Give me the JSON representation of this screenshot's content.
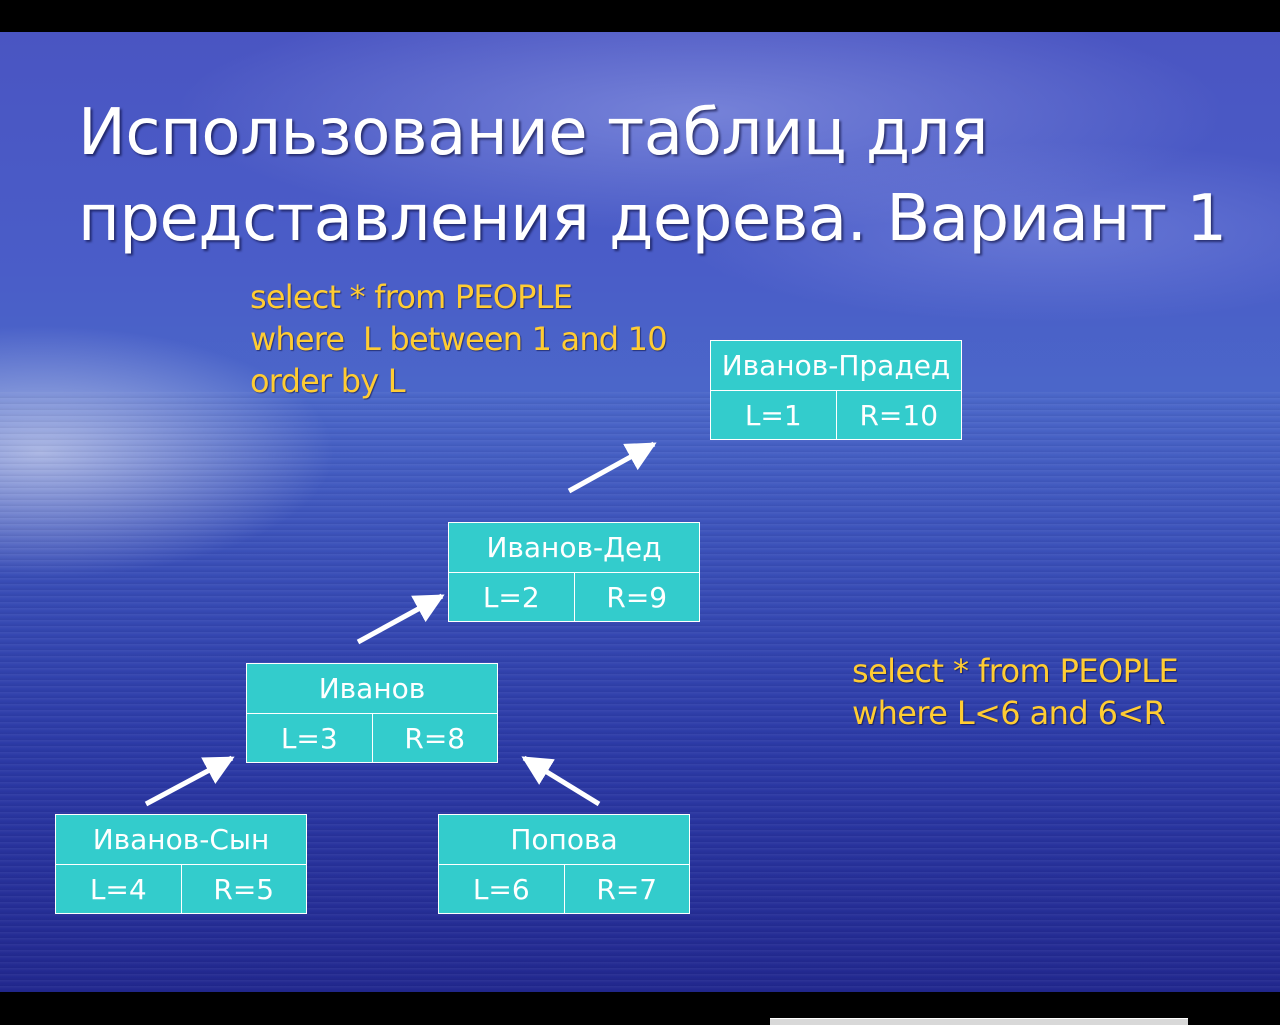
{
  "slide": {
    "title_lines": [
      "Использование таблиц для",
      "представления дерева. Вариант 1"
    ],
    "query_descendants": [
      "select * from PEOPLE",
      "where  L between 1 and 10",
      "order by L"
    ],
    "query_ancestors": [
      "select * from PEOPLE",
      "where L<6 and 6<R"
    ]
  },
  "nodes": {
    "great_grandfather": {
      "name": "Иванов-Прадед",
      "l": "L=1",
      "r": "R=10"
    },
    "grandfather": {
      "name": "Иванов-Дед",
      "l": "L=2",
      "r": "R=9"
    },
    "father": {
      "name": "Иванов",
      "l": "L=3",
      "r": "R=8"
    },
    "son": {
      "name": "Иванов-Сын",
      "l": "L=4",
      "r": "R=5"
    },
    "daughter": {
      "name": "Попова",
      "l": "L=6",
      "r": "R=7"
    }
  },
  "edges": [
    {
      "from": "son",
      "to": "father"
    },
    {
      "from": "daughter",
      "to": "father"
    },
    {
      "from": "father",
      "to": "grandfather"
    },
    {
      "from": "grandfather",
      "to": "great_grandfather"
    }
  ],
  "colors": {
    "node_fill": "#33cccc",
    "query_text": "#ffcc33",
    "title_text": "#ffffff",
    "arrow": "#ffffff"
  }
}
